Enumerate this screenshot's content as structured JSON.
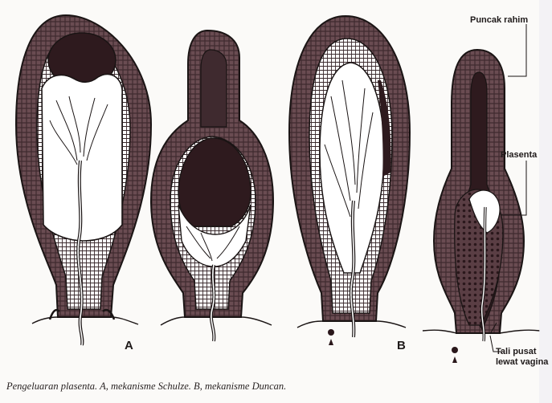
{
  "header_fragment": "",
  "figure": {
    "label_a": "A",
    "label_b": "B",
    "annotations": {
      "fundus": "Puncak rahim",
      "placenta": "Plasenta",
      "cord": "Tali pusat lewat vagina"
    },
    "caption": "Pengeluaran plasenta. A, mekanisme Schulze. B, mekanisme Duncan."
  },
  "colors": {
    "uterus_wall": "#6a4c52",
    "wall_dark": "#3f2a2f",
    "placenta_dark": "#2e1a1e",
    "membrane": "#ffffff",
    "line": "#1a1414"
  }
}
